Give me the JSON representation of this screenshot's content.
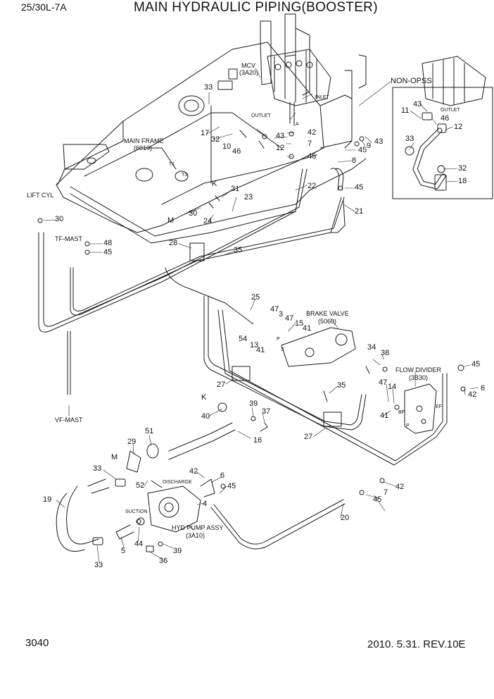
{
  "header": {
    "model": "25/30L-7A",
    "title": "MAIN HYDRAULIC PIPING(BOOSTER)"
  },
  "footer": {
    "page_number": "3040",
    "date_revision": "2010. 5.31.  REV.10E"
  },
  "labels": {
    "mcv": "MCV",
    "mcv_ref": "(3A20)",
    "non_opss": "NON-OPSS",
    "outlet_inset": "OUTLET",
    "inlet": "INLET",
    "outlet": "OUTLET",
    "main_frame": "MAIN FRAME",
    "main_frame_ref": "(6010)",
    "lift_cyl": "LIFT CYL",
    "tf_mast": "TF-MAST",
    "vf_mast": "VF-MAST",
    "brake_valve": "BRAKE VALVE",
    "brake_valve_ref": "(5060)",
    "flow_divider": "FLOW DIVIDER",
    "flow_divider_ref": "(3B30)",
    "discharge": "DISCHARGE",
    "suction": "SUCTION",
    "hyd_pump_assy": "HYD PUMP ASSY",
    "hyd_pump_ref": "(3A10)",
    "t1": "T1",
    "t3": "T3",
    "port_1a": "1A",
    "port_p": "P",
    "port_s": "S",
    "port_bf": "BF",
    "port_ef": "EF",
    "port_p2": "P",
    "view_k1": "K",
    "view_k2": "K",
    "view_m1": "M",
    "view_m2": "M"
  },
  "parts": [
    "33",
    "17",
    "32",
    "10",
    "46",
    "43",
    "42",
    "7",
    "12",
    "45",
    "9",
    "43",
    "45",
    "8",
    "22",
    "45",
    "21",
    "31",
    "23",
    "30",
    "24",
    "28",
    "35",
    "30",
    "48",
    "45",
    "25",
    "47",
    "3",
    "47",
    "15",
    "41",
    "54",
    "13",
    "41",
    "34",
    "38",
    "45",
    "6",
    "42",
    "14",
    "47",
    "41",
    "35",
    "27",
    "27",
    "40",
    "39",
    "37",
    "16",
    "29",
    "51",
    "33",
    "52",
    "42",
    "6",
    "45",
    "4",
    "19",
    "5",
    "44",
    "36",
    "39",
    "33",
    "42",
    "45",
    "7",
    "20",
    "43",
    "11",
    "46",
    "12",
    "33",
    "32",
    "18"
  ]
}
